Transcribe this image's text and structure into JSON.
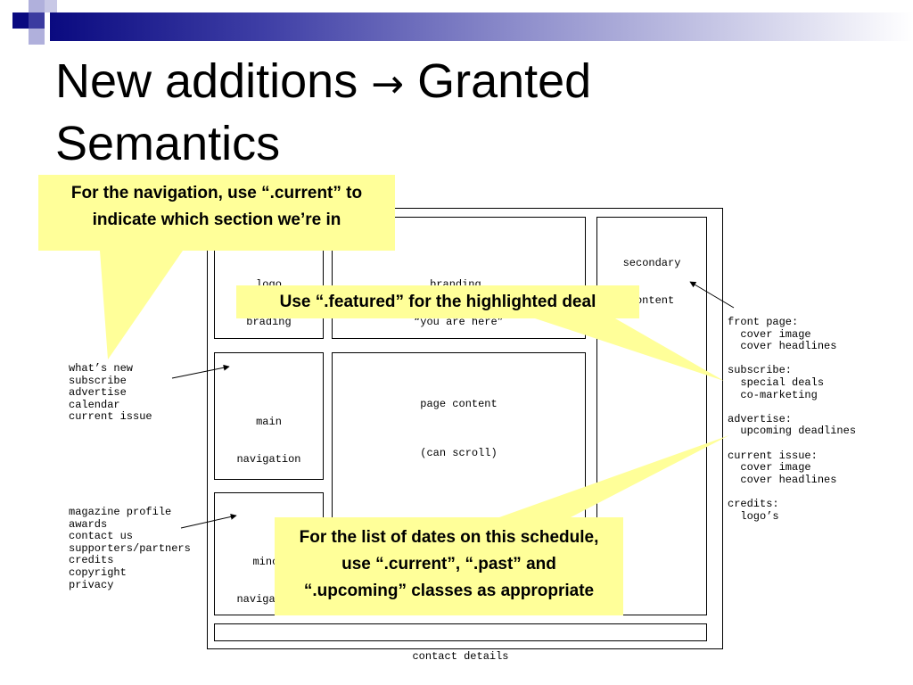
{
  "slide": {
    "title_part1": "New additions",
    "title_arrow": "→",
    "title_part2": "Granted",
    "title_line2": "Semantics"
  },
  "wireframe": {
    "logo_line1": "logo",
    "logo_line2": "brading",
    "branding_line1": "branding,",
    "branding_line2": "“you are here”",
    "secondary_line1": "secondary",
    "secondary_line2": "content",
    "main_nav_line1": "main",
    "main_nav_line2": "navigation",
    "page_content_line1": "page content",
    "page_content_line2": "(can scroll)",
    "minor_nav_line1": "minor",
    "minor_nav_line2": "navigation",
    "contact": "contact details"
  },
  "side_lists": {
    "main_nav_items": "what’s new\nsubscribe\nadvertise\ncalendar\ncurrent issue",
    "minor_nav_items": "magazine profile\nawards\ncontact us\nsupporters/partners\ncredits\ncopyright\nprivacy",
    "secondary_items": "front page:\n  cover image\n  cover headlines\n\nsubscribe:\n  special deals\n  co-marketing\n\nadvertise:\n  upcoming deadlines\n\ncurrent issue:\n  cover image\n  cover headlines\n\ncredits:\n  logo’s"
  },
  "callouts": {
    "navigation": "For the navigation, use “.current” to indicate which section we’re in",
    "featured": "Use “.featured” for the highlighted deal",
    "dates": "For the list of dates on this schedule, use “.current”, “.past” and “.upcoming” classes as appropriate"
  },
  "colors": {
    "callout_fill": "#ffff99",
    "bar_dark": "#0a0a80",
    "bar_light": "#8f8fcc"
  }
}
